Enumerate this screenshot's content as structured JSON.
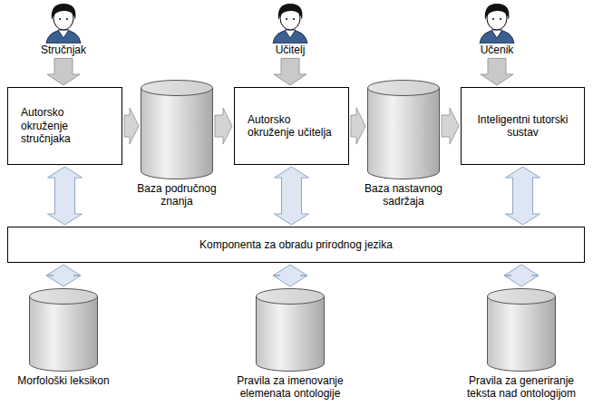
{
  "diagram": {
    "nodes": [
      {
        "text": [
          "Stručnjak"
        ]
      },
      {
        "text": [
          "Učitelj"
        ]
      },
      {
        "text": [
          "Učenik"
        ]
      },
      {
        "text": [
          "Autorsko okruženje stručnjaka"
        ]
      },
      {
        "text": [
          "Baza područnog znanja"
        ]
      },
      {
        "text": [
          "Autorsko okruženje učitelja"
        ]
      },
      {
        "text": [
          "Baza nastavnog sadržaja"
        ]
      },
      {
        "text": [
          "Inteligentni tutorski sustav"
        ]
      },
      {
        "text": [
          "Komponenta za obradu prirodnog jezika"
        ]
      },
      {
        "text": [
          "Morfološki leksikon"
        ]
      },
      {
        "text": [
          "Pravila za imenovanje elemenata ontologije"
        ]
      },
      {
        "text": [
          "Pravila za generiranje teksta nad ontologijom"
        ]
      }
    ],
    "edges": [
      {
        "from": 0,
        "to": 3,
        "arrow": "to"
      },
      {
        "from": 1,
        "to": 5,
        "arrow": "to"
      },
      {
        "from": 2,
        "to": 7,
        "arrow": "to"
      },
      {
        "from": 3,
        "to": 4,
        "arrow": "to"
      },
      {
        "from": 4,
        "to": 5,
        "arrow": "to"
      },
      {
        "from": 5,
        "to": 6,
        "arrow": "to"
      },
      {
        "from": 6,
        "to": 7,
        "arrow": "to"
      },
      {
        "from": 3,
        "to": 8,
        "arrow": "both"
      },
      {
        "from": 5,
        "to": 8,
        "arrow": "both"
      },
      {
        "from": 7,
        "to": 8,
        "arrow": "both"
      },
      {
        "from": 8,
        "to": 9,
        "arrow": "both"
      },
      {
        "from": 8,
        "to": 10,
        "arrow": "both"
      },
      {
        "from": 8,
        "to": 11,
        "arrow": "both"
      }
    ]
  }
}
